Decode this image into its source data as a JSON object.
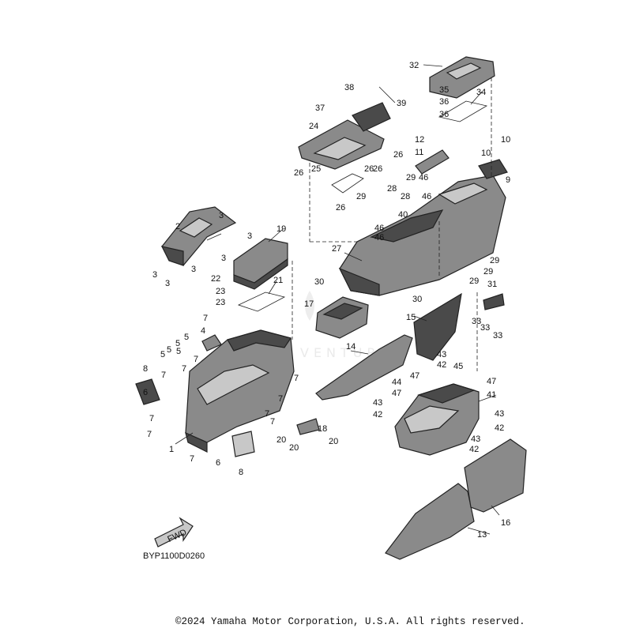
{
  "diagram": {
    "code": "BYP1100D0260",
    "fwd_label": "FWD",
    "copyright": "©2024 Yamaha Motor Corporation, U.S.A. All rights reserved.",
    "watermark_text": "VENTURE",
    "callouts": [
      "1",
      "2",
      "3",
      "3",
      "3",
      "3",
      "3",
      "3",
      "4",
      "5",
      "5",
      "5",
      "5",
      "5",
      "6",
      "6",
      "7",
      "7",
      "7",
      "7",
      "7",
      "7",
      "7",
      "7",
      "7",
      "7",
      "7",
      "8",
      "8",
      "9",
      "10",
      "10",
      "11",
      "12",
      "13",
      "14",
      "15",
      "16",
      "17",
      "18",
      "19",
      "20",
      "20",
      "20",
      "21",
      "22",
      "23",
      "23",
      "24",
      "25",
      "26",
      "26",
      "26",
      "26",
      "26",
      "27",
      "28",
      "28",
      "29",
      "29",
      "29",
      "29",
      "29",
      "30",
      "30",
      "31",
      "32",
      "33",
      "33",
      "33",
      "34",
      "35",
      "36",
      "36",
      "37",
      "38",
      "39",
      "40",
      "41",
      "42",
      "42",
      "42",
      "42",
      "43",
      "43",
      "43",
      "43",
      "44",
      "45",
      "46",
      "46",
      "46",
      "46",
      "47",
      "47",
      "47"
    ]
  }
}
